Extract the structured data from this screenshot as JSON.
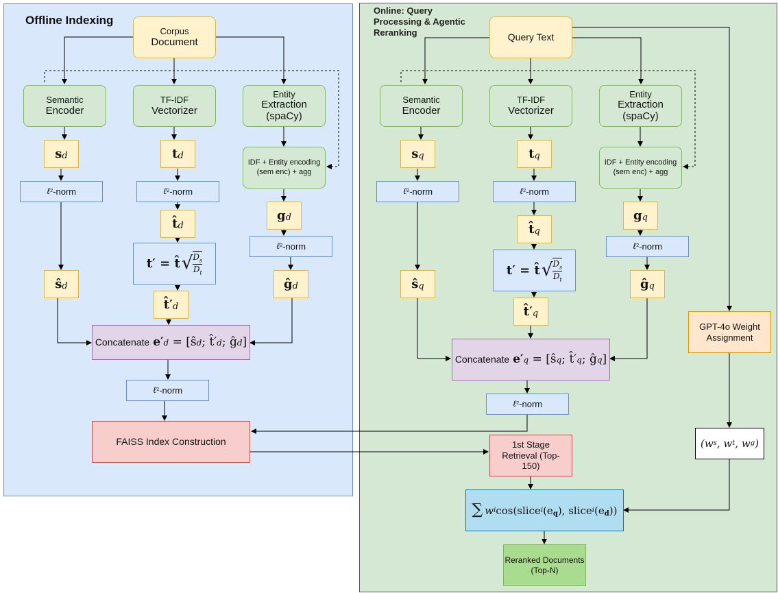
{
  "offline": {
    "title": "Offline Indexing",
    "corpus_line1": "Corpus",
    "corpus_line2": "Document",
    "semantic_line1": "Semantic",
    "semantic_line2": "Encoder",
    "tfidf_line1": "TF-IDF",
    "tfidf_line2": "Vectorizer",
    "entity_line1": "Entity",
    "entity_line2": "Extraction",
    "entity_line3": "(spaCy)",
    "s_vec": "s",
    "s_sub": "d",
    "t_vec": "t",
    "t_sub": "d",
    "idf_line1": "IDF + Entity encoding",
    "idf_line2": "(sem enc) + agg",
    "g_vec": "g",
    "g_sub": "d",
    "l2norm": "-norm",
    "l2_symbol": "ℓ",
    "l2_sub": "2",
    "that": "t̂",
    "tprime_eq": "t′ = t̂",
    "frac_num": "D",
    "frac_num_sub": "s",
    "frac_den": "D",
    "frac_den_sub": "t",
    "shat": "ŝ",
    "tprime_hat": "t̂′",
    "ghat": "ĝ",
    "concat_label": "Concatenate",
    "concat_e": "e′",
    "concat_rhs": "= [ŝ",
    "concat_semi1": "; t̂′",
    "concat_semi2": "; ĝ",
    "concat_end": "]",
    "faiss": "FAISS Index Construction"
  },
  "online": {
    "title_line1": "Online: Query",
    "title_line2": "Processing & Agentic",
    "title_line3": "Reranking",
    "query": "Query Text",
    "semantic_line1": "Semantic",
    "semantic_line2": "Encoder",
    "tfidf_line1": "TF-IDF",
    "tfidf_line2": "Vectorizer",
    "entity_line1": "Entity",
    "entity_line2": "Extraction",
    "entity_line3": "(spaCy)",
    "q_sub": "q",
    "idf_line1": "IDF + Entity encoding",
    "idf_line2": "(sem enc) + agg",
    "l2norm": "-norm",
    "concat_label": "Concatenate",
    "gpt_line1": "GPT-4o Weight",
    "gpt_line2": "Assignment",
    "weights": "(w",
    "weights_s": "s",
    "weights_t": ", w",
    "weights_t_sub": "t",
    "weights_g": ", w",
    "weights_g_sub": "g",
    "weights_end": ")",
    "retrieval_line1": "1st Stage",
    "retrieval_line2": "Retrieval (Top-",
    "retrieval_line3": "150)",
    "sum_sigma": "∑",
    "sum_w": "w",
    "sum_i": "i",
    "sum_cos": " cos(slice",
    "sum_eq": "(e",
    "sum_mid": "), slice",
    "sum_ed": "(e",
    "sum_end": "))",
    "sum_e_q": "q",
    "sum_e_d": "d",
    "reranked_line1": "Reranked Documents",
    "reranked_line2": "(Top-N)"
  },
  "colors": {
    "offline_panel": "#dae8fc",
    "online_panel": "#d5e8d4",
    "yellow": "#fff2cc",
    "green_box": "#d5e8d4",
    "blue_box": "#dae8fc",
    "purple_box": "#e1d5e7",
    "red_box": "#f8cecc",
    "orange_box": "#ffe6cc",
    "cyan_box": "#b1ddf0",
    "reranked_box": "#a9dc8f"
  }
}
